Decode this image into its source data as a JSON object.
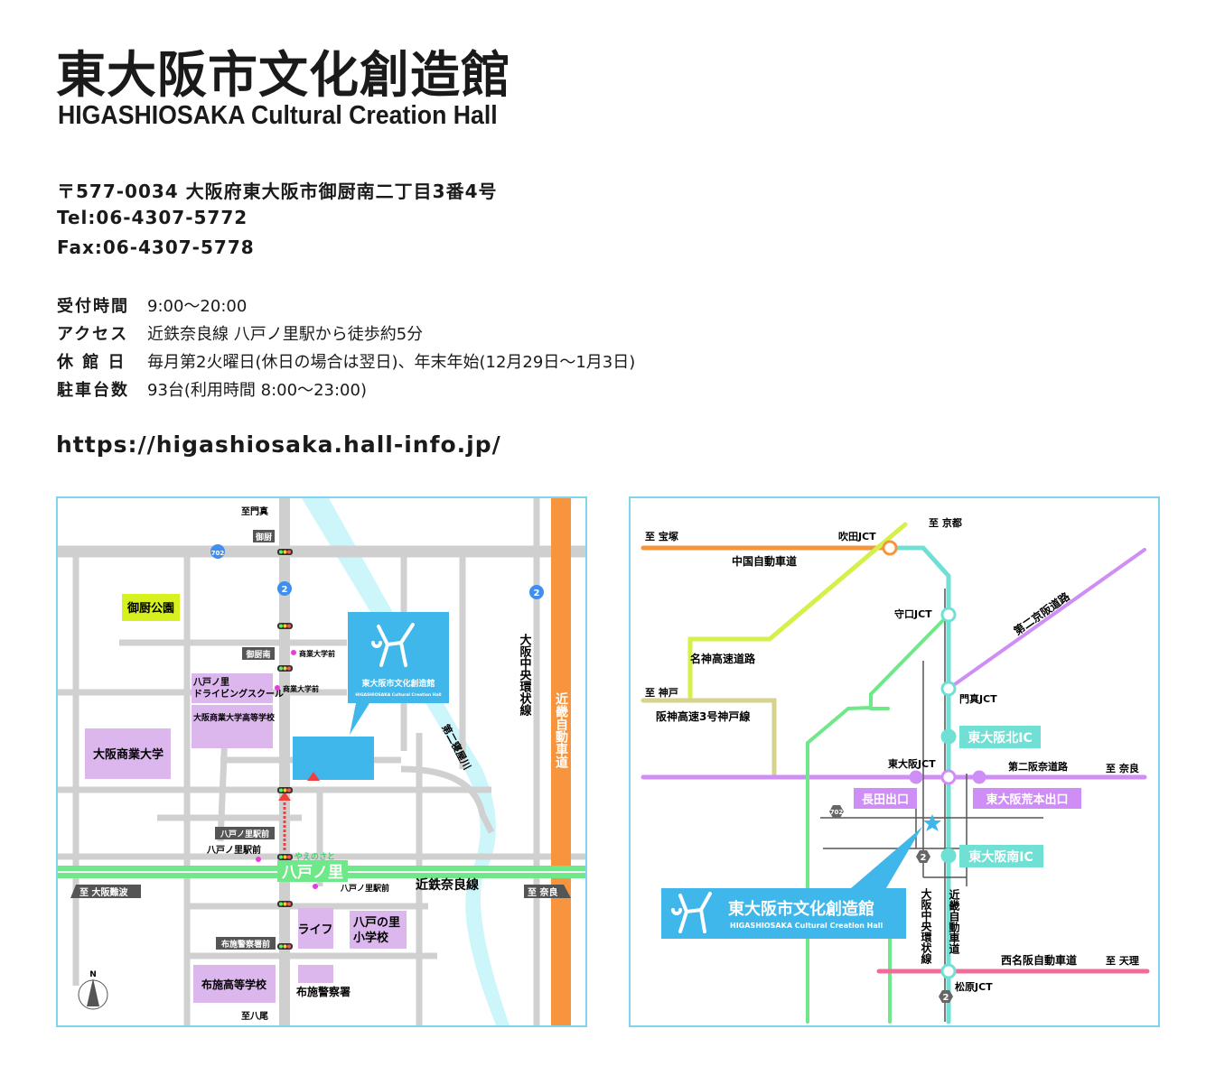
{
  "header": {
    "title": "東大阪市文化創造館",
    "subtitle": "HIGASHIOSAKA Cultural Creation Hall"
  },
  "address": {
    "postal": "〒577-0034 大阪府東大阪市御厨南二丁目3番4号",
    "tel": "Tel:06-4307-5772",
    "fax": "Fax:06-4307-5778"
  },
  "info": [
    {
      "key": "受付時間",
      "value": "9:00〜20:00"
    },
    {
      "key": "アクセス",
      "value": "近鉄奈良線 八戸ノ里駅から徒歩約5分"
    },
    {
      "key": "休 館 日",
      "value": "毎月第2火曜日(休日の場合は翌日)、年末年始(12月29日〜1月3日)"
    },
    {
      "key": "駐車台数",
      "value": "93台(利用時間 8:00〜23:00)"
    }
  ],
  "url": "https://higashiosaka.hall-info.jp/",
  "local_map": {
    "to_kadoma": "至門真",
    "to_yao": "至八尾",
    "to_namba": "至 大阪難波",
    "to_nara": "至 奈良",
    "signal_mikuriya": "御厨",
    "signal_mikuriya_minami": "御厨南",
    "signal_yaenosato_ekimae": "八戸ノ里駅前",
    "signal_fuse_police": "布施警察署前",
    "route_702": "702",
    "route_2a": "2",
    "route_2b": "2",
    "park": "御厨公園",
    "bus_stop_1": "商業大学前",
    "bus_stop_2": "商業大学前",
    "bus_stop_3": "八戸ノ里駅前",
    "bus_stop_4": "八戸ノ里駅前",
    "driving_school": "八戸ノ里\nドライビングスクール",
    "driving_school_l1": "八戸ノ里",
    "driving_school_l2": "ドライビングスクール",
    "high_school": "大阪商業大学高等学校",
    "university": "大阪商業大学",
    "chuo_kanjo": "大阪中央環状線",
    "kinki_expressway": "近畿自動車道",
    "river": "第二寝屋川",
    "station_kana": "やえのさと",
    "station": "八戸ノ里",
    "railway": "近鉄奈良線",
    "life": "ライフ",
    "elementary_l1": "八戸の里",
    "elementary_l2": "小学校",
    "fuse_high": "布施高等学校",
    "police": "布施警察署",
    "north": "N",
    "hall_jp": "東大阪市文化創造館",
    "hall_en": "HIGASHIOSAKA Cultural Creation Hall"
  },
  "wide_map": {
    "to_takarazuka": "至 宝塚",
    "to_kyoto": "至 京都",
    "to_kobe": "至 神戸",
    "to_nara": "至 奈良",
    "to_tenri": "至 天理",
    "suita_jct": "吹田JCT",
    "chugoku": "中国自動車道",
    "meishin": "名神高速道路",
    "hanshin": "阪神高速3号神戸線",
    "moriguchi_jct": "守口JCT",
    "daini_keihan": "第二京阪道路",
    "kadoma_jct": "門真JCT",
    "higashiosaka_kita_ic": "東大阪北IC",
    "higashiosaka_jct": "東大阪JCT",
    "daini_hanna": "第二阪奈道路",
    "nagata_exit": "長田出口",
    "aramoto_exit": "東大阪荒本出口",
    "route_702": "702",
    "route_2a": "2",
    "route_2b": "2",
    "higashiosaka_minami_ic": "東大阪南IC",
    "chuo_kanjo": "大阪中央環状線",
    "kinki_expressway": "近畿自動車道",
    "nishi_meihan": "西名阪自動車道",
    "matsubara_jct": "松原JCT",
    "hall_jp": "東大阪市文化創造館",
    "hall_en": "HIGASHIOSAKA Cultural Creation Hall"
  },
  "colors": {
    "hall_blue": "#3fb7ea",
    "map_border": "#7fd3ec",
    "road": "#cfcfcf",
    "expressway_orange": "#f7953f",
    "rail_green": "#6ee888",
    "facility_purple": "#dcb7ee",
    "park_yellow": "#d6f020"
  }
}
